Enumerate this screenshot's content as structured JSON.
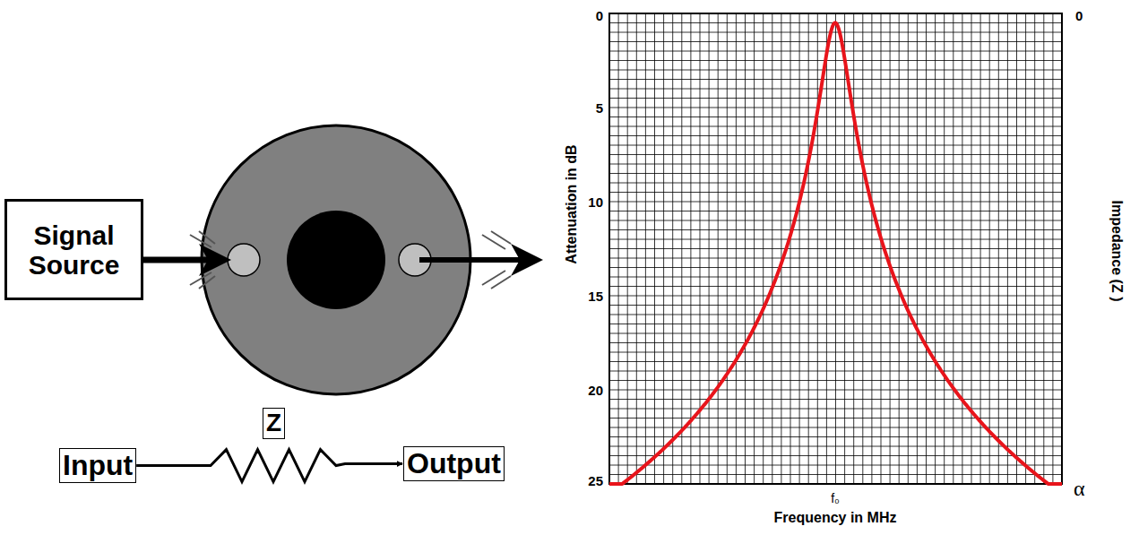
{
  "diagram": {
    "nodes": [
      {
        "text": [
          "Signal Source"
        ]
      },
      {
        "text": [
          "Z"
        ]
      },
      {
        "text": [
          "Input"
        ]
      },
      {
        "text": [
          "Output"
        ]
      }
    ],
    "edges": [
      {
        "from": 2,
        "to": 3,
        "arrow": "to"
      }
    ],
    "labels": [
      "0",
      "5",
      "10",
      "15",
      "20",
      "25",
      "Attenuation in dB",
      "0",
      "Impedance (Z )",
      "α",
      "f₀",
      "Frequency in MHz"
    ]
  }
}
